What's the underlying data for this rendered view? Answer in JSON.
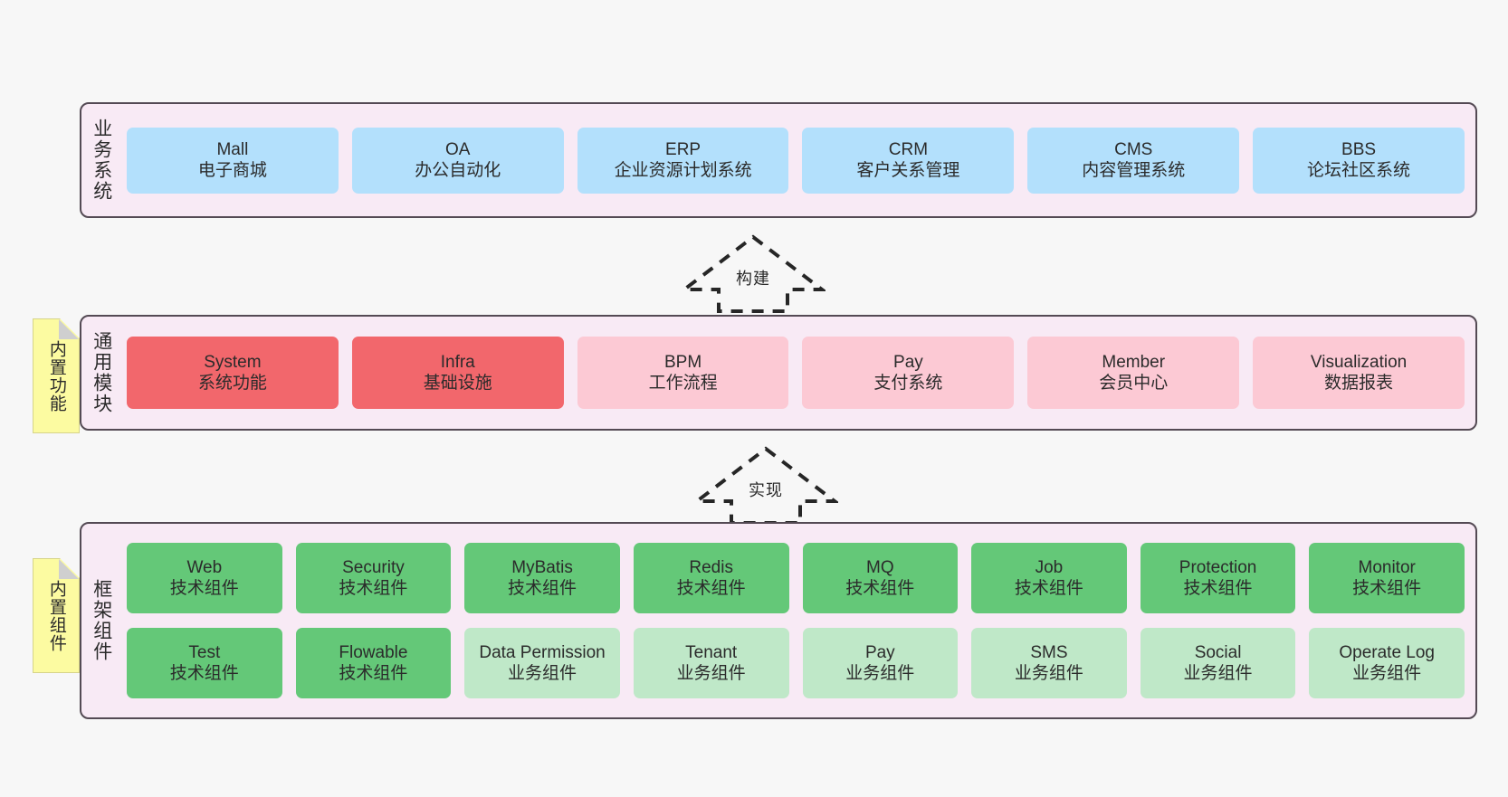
{
  "diagram": {
    "title": "",
    "colors": {
      "canvas_bg": "#f7f7f7",
      "layer_bg": "#f8eaf5",
      "layer_border": "#544a54",
      "business_node": "#b3e0fc",
      "module_core_node": "#f2676c",
      "module_node": "#fcc9d4",
      "tech_component_node": "#64c878",
      "biz_component_node": "#bfe8c8",
      "note_bg": "#fcfba1",
      "note_fold": "#cfcfcf"
    }
  },
  "layers": {
    "business": {
      "title": "业务系统",
      "nodes": [
        {
          "title": "Mall",
          "sub": "电子商城"
        },
        {
          "title": "OA",
          "sub": "办公自动化"
        },
        {
          "title": "ERP",
          "sub": "企业资源计划系统"
        },
        {
          "title": "CRM",
          "sub": "客户关系管理"
        },
        {
          "title": "CMS",
          "sub": "内容管理系统"
        },
        {
          "title": "BBS",
          "sub": "论坛社区系统"
        }
      ]
    },
    "module": {
      "title": "通用模块",
      "note": "内置功能",
      "nodes": [
        {
          "title": "System",
          "sub": "系统功能"
        },
        {
          "title": "Infra",
          "sub": "基础设施"
        },
        {
          "title": "BPM",
          "sub": "工作流程"
        },
        {
          "title": "Pay",
          "sub": "支付系统"
        },
        {
          "title": "Member",
          "sub": "会员中心"
        },
        {
          "title": "Visualization",
          "sub": "数据报表"
        }
      ]
    },
    "framework": {
      "title": "框架组件",
      "note": "内置组件",
      "row1": [
        {
          "title": "Web",
          "sub": "技术组件"
        },
        {
          "title": "Security",
          "sub": "技术组件"
        },
        {
          "title": "MyBatis",
          "sub": "技术组件"
        },
        {
          "title": "Redis",
          "sub": "技术组件"
        },
        {
          "title": "MQ",
          "sub": "技术组件"
        },
        {
          "title": "Job",
          "sub": "技术组件"
        },
        {
          "title": "Protection",
          "sub": "技术组件"
        },
        {
          "title": "Monitor",
          "sub": "技术组件"
        }
      ],
      "row2": [
        {
          "title": "Test",
          "sub": "技术组件"
        },
        {
          "title": "Flowable",
          "sub": "技术组件"
        },
        {
          "title": "Data Permission",
          "sub": "业务组件"
        },
        {
          "title": "Tenant",
          "sub": "业务组件"
        },
        {
          "title": "Pay",
          "sub": "业务组件"
        },
        {
          "title": "SMS",
          "sub": "业务组件"
        },
        {
          "title": "Social",
          "sub": "业务组件"
        },
        {
          "title": "Operate Log",
          "sub": "业务组件"
        }
      ]
    }
  },
  "arrows": [
    {
      "label": "构建",
      "direction": "up",
      "from": "通用模块",
      "to": "业务系统"
    },
    {
      "label": "实现",
      "direction": "up",
      "from": "框架组件",
      "to": "通用模块"
    }
  ]
}
